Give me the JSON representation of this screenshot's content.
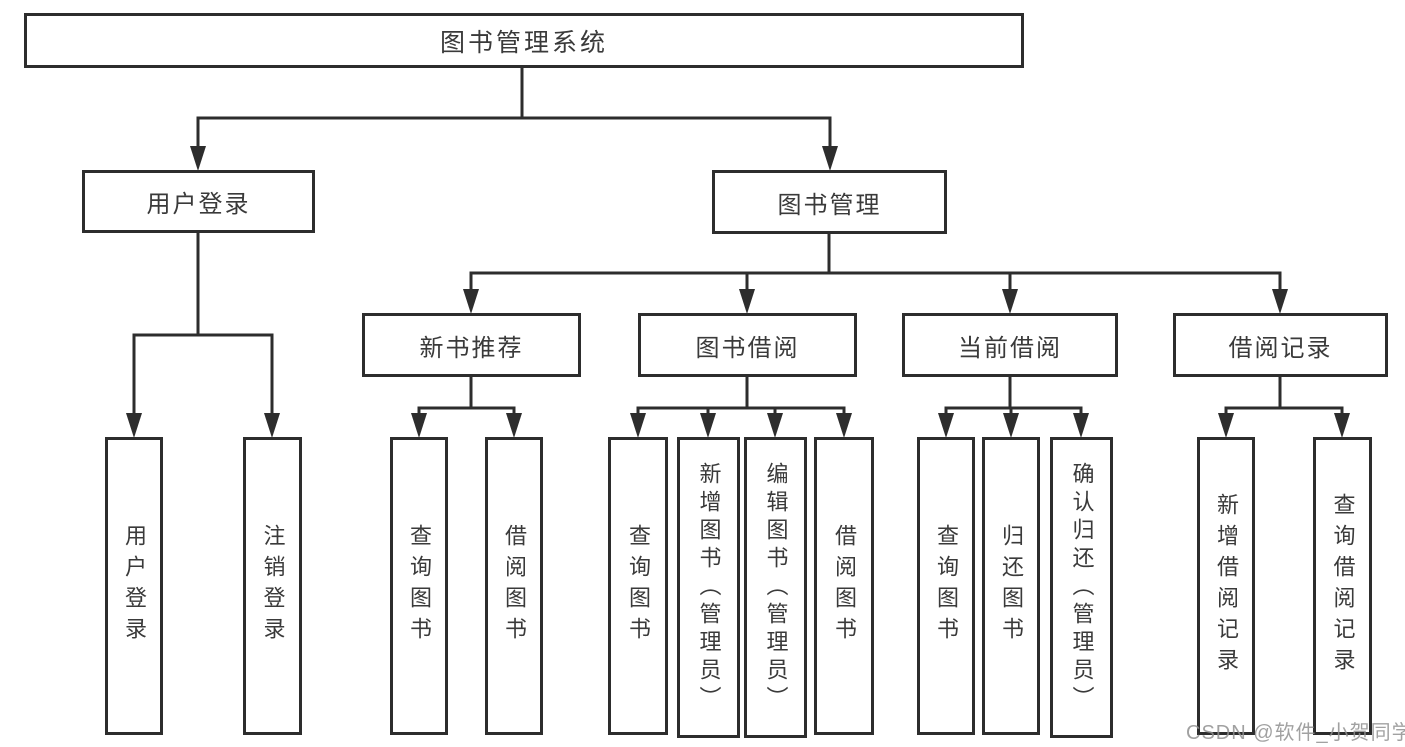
{
  "tree": {
    "label": "图书管理系统",
    "children": [
      {
        "label": "用户登录",
        "children": [
          {
            "label": "用户登录"
          },
          {
            "label": "注销登录"
          }
        ]
      },
      {
        "label": "图书管理",
        "children": [
          {
            "label": "新书推荐",
            "children": [
              {
                "label": "查询图书"
              },
              {
                "label": "借阅图书"
              }
            ]
          },
          {
            "label": "图书借阅",
            "children": [
              {
                "label": "查询图书"
              },
              {
                "label": "新增图书（管理员）"
              },
              {
                "label": "编辑图书（管理员）"
              },
              {
                "label": "借阅图书"
              }
            ]
          },
          {
            "label": "当前借阅",
            "children": [
              {
                "label": "查询图书"
              },
              {
                "label": "归还图书"
              },
              {
                "label": "确认归还（管理员）"
              }
            ]
          },
          {
            "label": "借阅记录",
            "children": [
              {
                "label": "新增借阅记录"
              },
              {
                "label": "查询借阅记录"
              }
            ]
          }
        ]
      }
    ]
  },
  "watermark": {
    "text": "CSDN @软件_小贺同学"
  },
  "colors": {
    "line": "#2d2d2d",
    "text": "#3a3a3a",
    "background": "#ffffff",
    "watermark": "#919191"
  }
}
